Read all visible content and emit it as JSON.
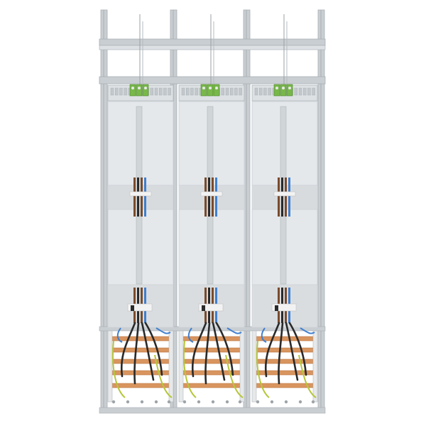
{
  "image": {
    "subject": "meter-cabinet-three-bay",
    "bays": [
      {
        "id": "bay-1"
      },
      {
        "id": "bay-2"
      },
      {
        "id": "bay-3"
      }
    ],
    "colors": {
      "frame": "#c9ced2",
      "frame_dark": "#a9afb4",
      "panel": "#e4e8eb",
      "panel_edge": "#cfd4d8",
      "rail": "#dde1e4",
      "busbar_copper": "#d9955f",
      "busbar_copper_dark": "#b8743f",
      "wire_black": "#2a2a2a",
      "wire_brown": "#7a4a2a",
      "wire_blue": "#3f7fcf",
      "wire_yellow_green": "#b7c63a",
      "terminal_green": "#78b84a",
      "insulator": "#f2f2f2"
    }
  }
}
